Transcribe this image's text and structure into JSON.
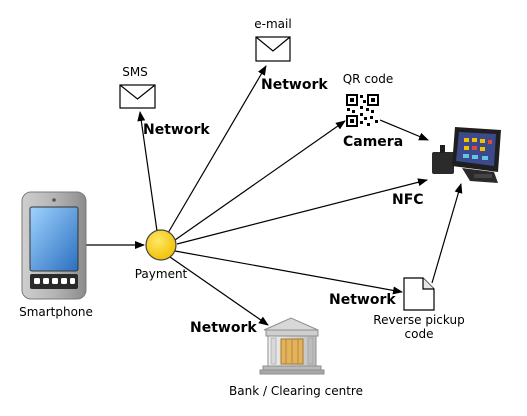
{
  "nodes": {
    "smartphone": "Smartphone",
    "payment": "Payment",
    "sms": "SMS",
    "email": "e-mail",
    "qr": "QR code",
    "reverse_pickup": "Reverse pickup code",
    "bank": "Bank / Clearing centre"
  },
  "edges": {
    "sms_network": "Network",
    "email_network": "Network",
    "camera": "Camera",
    "nfc": "NFC",
    "reverse_network": "Network",
    "bank_network": "Network"
  },
  "colors": {
    "payment_fill": "#f7c900",
    "phone_body": "#9a9a9a",
    "phone_screen": "#3f8fd6"
  },
  "icons": [
    "phone-icon",
    "envelope-icon",
    "qr-code-icon",
    "pos-terminal-icon",
    "document-icon",
    "bank-icon"
  ]
}
